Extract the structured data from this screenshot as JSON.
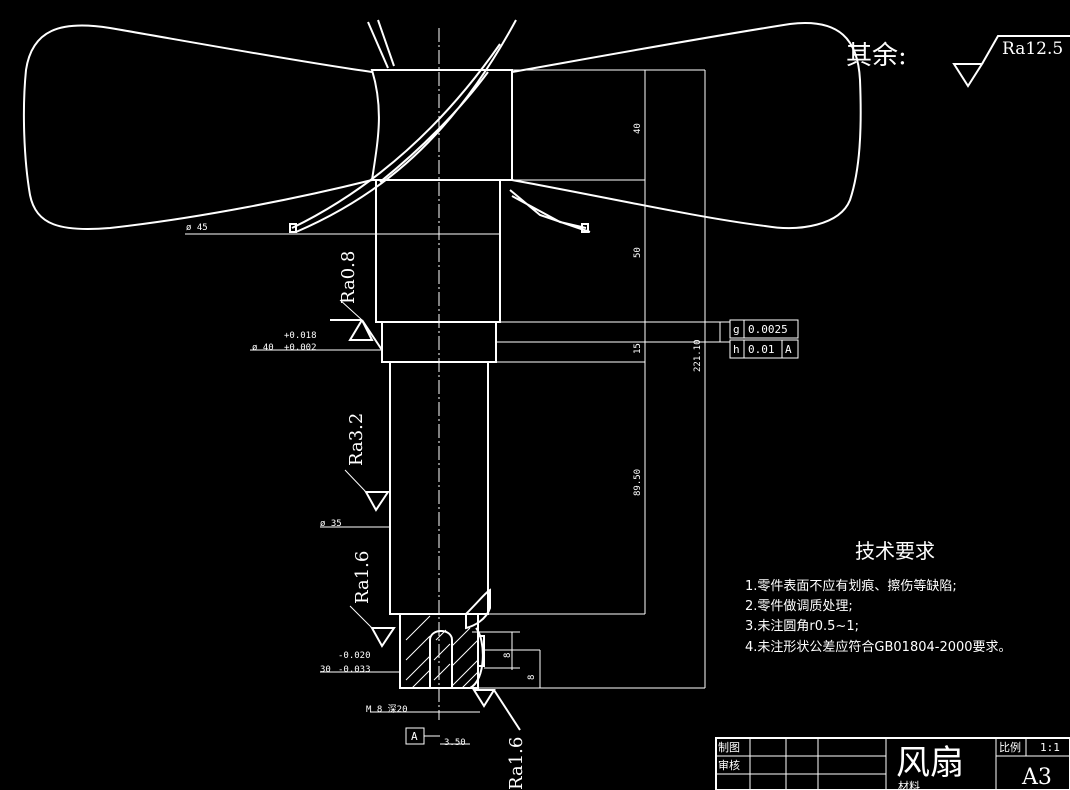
{
  "surface_note": {
    "prefix": "其余:",
    "ra": "Ra12.5"
  },
  "roughness": {
    "r1": "Ra0.8",
    "r2": "Ra3.2",
    "r3": "Ra1.6",
    "r4": "Ra1.6"
  },
  "dimensions": {
    "d45": "ø 45",
    "d40": "ø 40",
    "d40_tol_upper": "+0.018",
    "d40_tol_lower": "+0.002",
    "d35": "ø 35",
    "d30": "30",
    "d30_tol_upper": "-0.020",
    "d30_tol_lower": "-0.033",
    "l40": "40",
    "l50": "50",
    "l15": "15",
    "l89": "89.50",
    "l221": "221.10",
    "k8a": "8",
    "k8b": "8",
    "thread": "M 8 深20",
    "dist": "3.50"
  },
  "tolerance_frames": [
    {
      "symbol": "g",
      "value": "0.0025",
      "datum": ""
    },
    {
      "symbol": "h",
      "value": "0.01",
      "datum": "A"
    }
  ],
  "datum": "A",
  "tech_req": {
    "title": "技术要求",
    "items": [
      "1.零件表面不应有划痕、擦伤等缺陷;",
      "2.零件做调质处理;",
      "3.未注圆角r0.5~1;",
      "4.未注形状公差应符合GB01804-2000要求。"
    ]
  },
  "title_block": {
    "drawn_by": "制图",
    "checked_by": "审核",
    "material": "材料",
    "part_name": "风扇",
    "scale_label": "比例",
    "scale_value": "1:1",
    "sheet": "A3"
  }
}
